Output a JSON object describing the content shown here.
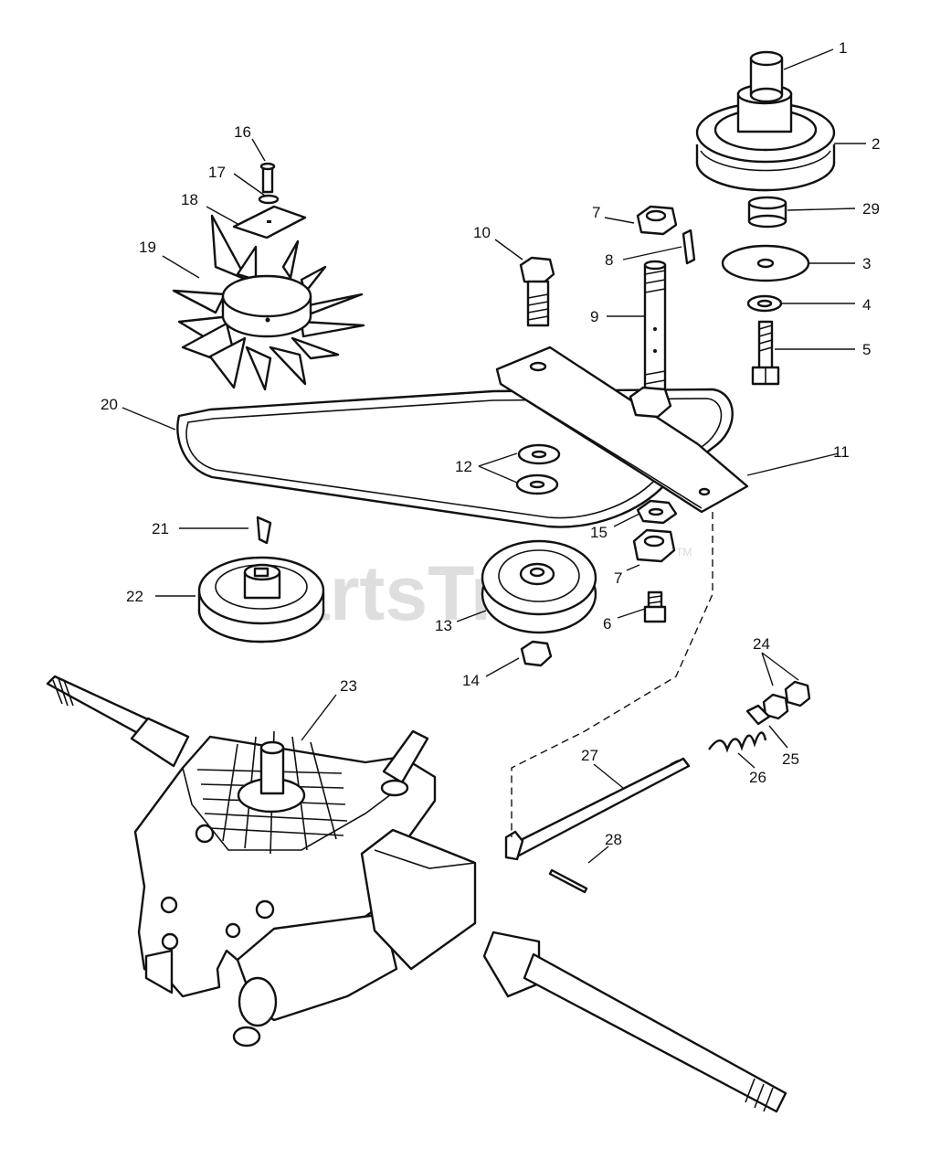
{
  "watermark": {
    "text": "PartsTree",
    "trademark": "TM"
  },
  "callouts": [
    {
      "id": "1",
      "label": "1"
    },
    {
      "id": "2",
      "label": "2"
    },
    {
      "id": "3",
      "label": "3"
    },
    {
      "id": "4",
      "label": "4"
    },
    {
      "id": "5",
      "label": "5"
    },
    {
      "id": "6",
      "label": "6"
    },
    {
      "id": "7a",
      "label": "7"
    },
    {
      "id": "7b",
      "label": "7"
    },
    {
      "id": "8",
      "label": "8"
    },
    {
      "id": "9",
      "label": "9"
    },
    {
      "id": "10",
      "label": "10"
    },
    {
      "id": "11",
      "label": "11"
    },
    {
      "id": "12",
      "label": "12"
    },
    {
      "id": "13",
      "label": "13"
    },
    {
      "id": "14",
      "label": "14"
    },
    {
      "id": "15",
      "label": "15"
    },
    {
      "id": "16",
      "label": "16"
    },
    {
      "id": "17",
      "label": "17"
    },
    {
      "id": "18",
      "label": "18"
    },
    {
      "id": "19",
      "label": "19"
    },
    {
      "id": "20",
      "label": "20"
    },
    {
      "id": "21",
      "label": "21"
    },
    {
      "id": "22",
      "label": "22"
    },
    {
      "id": "23",
      "label": "23"
    },
    {
      "id": "24",
      "label": "24"
    },
    {
      "id": "25",
      "label": "25"
    },
    {
      "id": "26",
      "label": "26"
    },
    {
      "id": "27",
      "label": "27"
    },
    {
      "id": "28",
      "label": "28"
    },
    {
      "id": "29",
      "label": "29"
    }
  ]
}
